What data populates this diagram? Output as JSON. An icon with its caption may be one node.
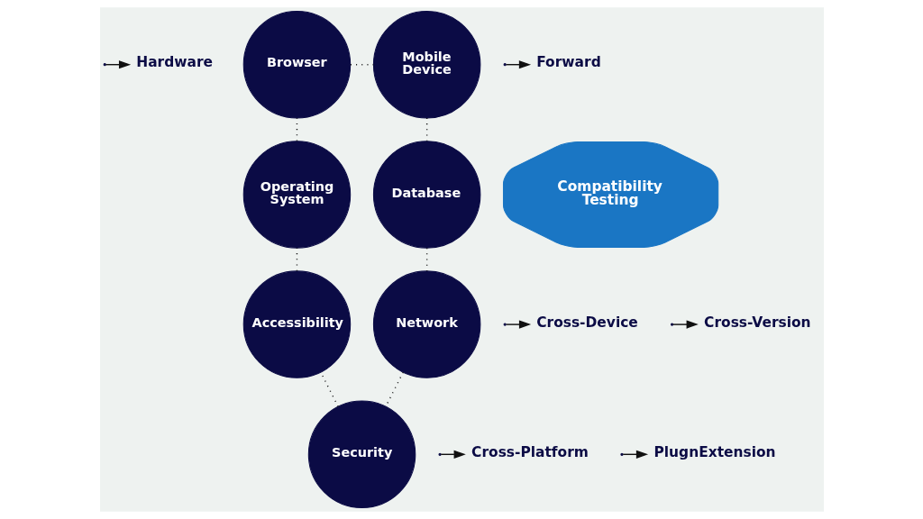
{
  "diagram": {
    "nodes": [
      {
        "text": [
          "Browser"
        ]
      },
      {
        "text": [
          "Mobile Device"
        ]
      },
      {
        "text": [
          "Hardware"
        ]
      },
      {
        "text": [
          "Forward"
        ]
      },
      {
        "text": [
          "Operating System"
        ]
      },
      {
        "text": [
          "Compatibility Testing"
        ]
      },
      {
        "text": [
          "Database"
        ]
      },
      {
        "text": [
          "Cross-Device"
        ]
      },
      {
        "text": [
          "Cross-Version"
        ]
      },
      {
        "text": [
          "Accessibility"
        ]
      },
      {
        "text": [
          "Network"
        ]
      },
      {
        "text": [
          "Security"
        ]
      },
      {
        "text": [
          "Cross-Platform"
        ]
      },
      {
        "text": [
          "PlugnExtension"
        ]
      }
    ],
    "edges": [
      {
        "from": 0,
        "to": 1,
        "arrow": "none",
        "style": "dashed"
      },
      {
        "from": 1,
        "to": 6,
        "arrow": "none",
        "style": "dashed"
      },
      {
        "from": 6,
        "to": 10,
        "arrow": "none",
        "style": "dashed"
      },
      {
        "from": 10,
        "to": 11,
        "arrow": "none",
        "style": "dashed"
      },
      {
        "from": 11,
        "to": 9,
        "arrow": "none",
        "style": "dashed"
      },
      {
        "from": 9,
        "to": 4,
        "arrow": "none",
        "style": "dashed"
      },
      {
        "from": 4,
        "to": 0,
        "arrow": "none",
        "style": "dashed"
      },
      {
        "from": null,
        "to": 2,
        "arrow": "to"
      },
      {
        "from": null,
        "to": 3,
        "arrow": "to"
      },
      {
        "from": null,
        "to": 8,
        "arrow": "to"
      },
      {
        "from": null,
        "to": 13,
        "arrow": "to"
      },
      {
        "from": null,
        "to": 12,
        "arrow": "to"
      },
      {
        "from": null,
        "to": 7,
        "arrow": "to"
      }
    ]
  }
}
